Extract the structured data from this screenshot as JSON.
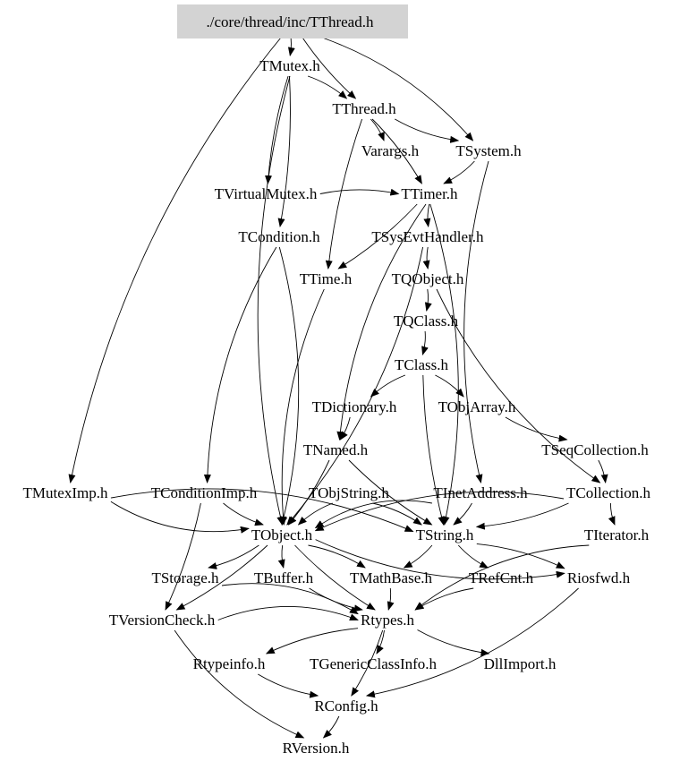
{
  "diagram": {
    "root": "./core/thread/inc/TThread.h",
    "nodes": {
      "root": "./core/thread/inc/TThread.h",
      "TMutex": "TMutex.h",
      "TThread": "TThread.h",
      "Varargs": "Varargs.h",
      "TSystem": "TSystem.h",
      "TVirtualMutex": "TVirtualMutex.h",
      "TTimer": "TTimer.h",
      "TCondition": "TCondition.h",
      "TSysEvtHandler": "TSysEvtHandler.h",
      "TTime": "TTime.h",
      "TQObject": "TQObject.h",
      "TQClass": "TQClass.h",
      "TClass": "TClass.h",
      "TDictionary": "TDictionary.h",
      "TObjArray": "TObjArray.h",
      "TNamed": "TNamed.h",
      "TSeqCollection": "TSeqCollection.h",
      "TMutexImp": "TMutexImp.h",
      "TConditionImp": "TConditionImp.h",
      "TObjString": "TObjString.h",
      "TInetAddress": "TInetAddress.h",
      "TCollection": "TCollection.h",
      "TObject": "TObject.h",
      "TString": "TString.h",
      "TIterator": "TIterator.h",
      "TStorage": "TStorage.h",
      "TBuffer": "TBuffer.h",
      "TMathBase": "TMathBase.h",
      "TRefCnt": "TRefCnt.h",
      "Riosfwd": "Riosfwd.h",
      "TVersionCheck": "TVersionCheck.h",
      "Rtypes": "Rtypes.h",
      "Rtypeinfo": "Rtypeinfo.h",
      "TGenericClassInfo": "TGenericClassInfo.h",
      "DllImport": "DllImport.h",
      "RConfig": "RConfig.h",
      "RVersion": "RVersion.h"
    },
    "edges": [
      [
        "root",
        "TMutex"
      ],
      [
        "root",
        "TThread"
      ],
      [
        "root",
        "TSystem"
      ],
      [
        "root",
        "TMutexImp"
      ],
      [
        "TMutex",
        "TThread"
      ],
      [
        "TMutex",
        "TVirtualMutex"
      ],
      [
        "TMutex",
        "TCondition"
      ],
      [
        "TMutex",
        "TObject"
      ],
      [
        "TThread",
        "Varargs"
      ],
      [
        "TThread",
        "TSystem"
      ],
      [
        "TThread",
        "TTimer"
      ],
      [
        "TThread",
        "TTime"
      ],
      [
        "TSystem",
        "TTimer"
      ],
      [
        "TSystem",
        "TInetAddress"
      ],
      [
        "TVirtualMutex",
        "TTimer"
      ],
      [
        "TTimer",
        "TSysEvtHandler"
      ],
      [
        "TTimer",
        "TTime"
      ],
      [
        "TTimer",
        "TNamed"
      ],
      [
        "TTimer",
        "TString"
      ],
      [
        "TCondition",
        "TConditionImp"
      ],
      [
        "TCondition",
        "TObject"
      ],
      [
        "TSysEvtHandler",
        "TQObject"
      ],
      [
        "TSysEvtHandler",
        "TObject"
      ],
      [
        "TTime",
        "TObject"
      ],
      [
        "TQObject",
        "TQClass"
      ],
      [
        "TQObject",
        "TCollection"
      ],
      [
        "TQClass",
        "TClass"
      ],
      [
        "TClass",
        "TDictionary"
      ],
      [
        "TClass",
        "TObjArray"
      ],
      [
        "TClass",
        "TString"
      ],
      [
        "TDictionary",
        "TNamed"
      ],
      [
        "TObjArray",
        "TSeqCollection"
      ],
      [
        "TNamed",
        "TObject"
      ],
      [
        "TNamed",
        "TString"
      ],
      [
        "TSeqCollection",
        "TCollection"
      ],
      [
        "TMutexImp",
        "TObject"
      ],
      [
        "TMutexImp",
        "TString"
      ],
      [
        "TConditionImp",
        "TObject"
      ],
      [
        "TConditionImp",
        "TVersionCheck"
      ],
      [
        "TObjString",
        "TObject"
      ],
      [
        "TObjString",
        "TString"
      ],
      [
        "TInetAddress",
        "TObject"
      ],
      [
        "TInetAddress",
        "TString"
      ],
      [
        "TCollection",
        "TObject"
      ],
      [
        "TCollection",
        "TString"
      ],
      [
        "TCollection",
        "TIterator"
      ],
      [
        "TObject",
        "TStorage"
      ],
      [
        "TObject",
        "TBuffer"
      ],
      [
        "TObject",
        "TVersionCheck"
      ],
      [
        "TObject",
        "Rtypes"
      ],
      [
        "TObject",
        "TMathBase"
      ],
      [
        "TObject",
        "Riosfwd"
      ],
      [
        "TString",
        "TMathBase"
      ],
      [
        "TString",
        "TRefCnt"
      ],
      [
        "TString",
        "Riosfwd"
      ],
      [
        "TIterator",
        "Rtypes"
      ],
      [
        "TStorage",
        "Rtypes"
      ],
      [
        "TBuffer",
        "Rtypes"
      ],
      [
        "TMathBase",
        "Rtypes"
      ],
      [
        "TRefCnt",
        "Rtypes"
      ],
      [
        "TVersionCheck",
        "Rtypes"
      ],
      [
        "TVersionCheck",
        "RVersion"
      ],
      [
        "Riosfwd",
        "RConfig"
      ],
      [
        "Rtypes",
        "Rtypeinfo"
      ],
      [
        "Rtypes",
        "TGenericClassInfo"
      ],
      [
        "Rtypes",
        "DllImport"
      ],
      [
        "Rtypes",
        "RConfig"
      ],
      [
        "Rtypeinfo",
        "RConfig"
      ],
      [
        "RConfig",
        "RVersion"
      ]
    ]
  }
}
